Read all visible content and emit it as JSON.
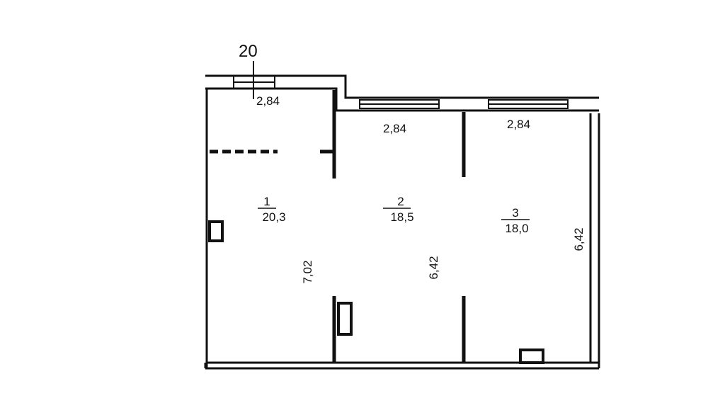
{
  "plan": {
    "apartment_number": "20",
    "rooms": [
      {
        "number": "1",
        "area": "20,3"
      },
      {
        "number": "2",
        "area": "18,5"
      },
      {
        "number": "3",
        "area": "18,0"
      }
    ],
    "dimensions": {
      "room1_width": "2,84",
      "room2_width": "2,84",
      "room3_width": "2,84",
      "room1_length": "7,02",
      "room2_length": "6,42",
      "room3_length": "6,42"
    },
    "colors": {
      "wall": "#111111",
      "background": "#ffffff"
    }
  }
}
